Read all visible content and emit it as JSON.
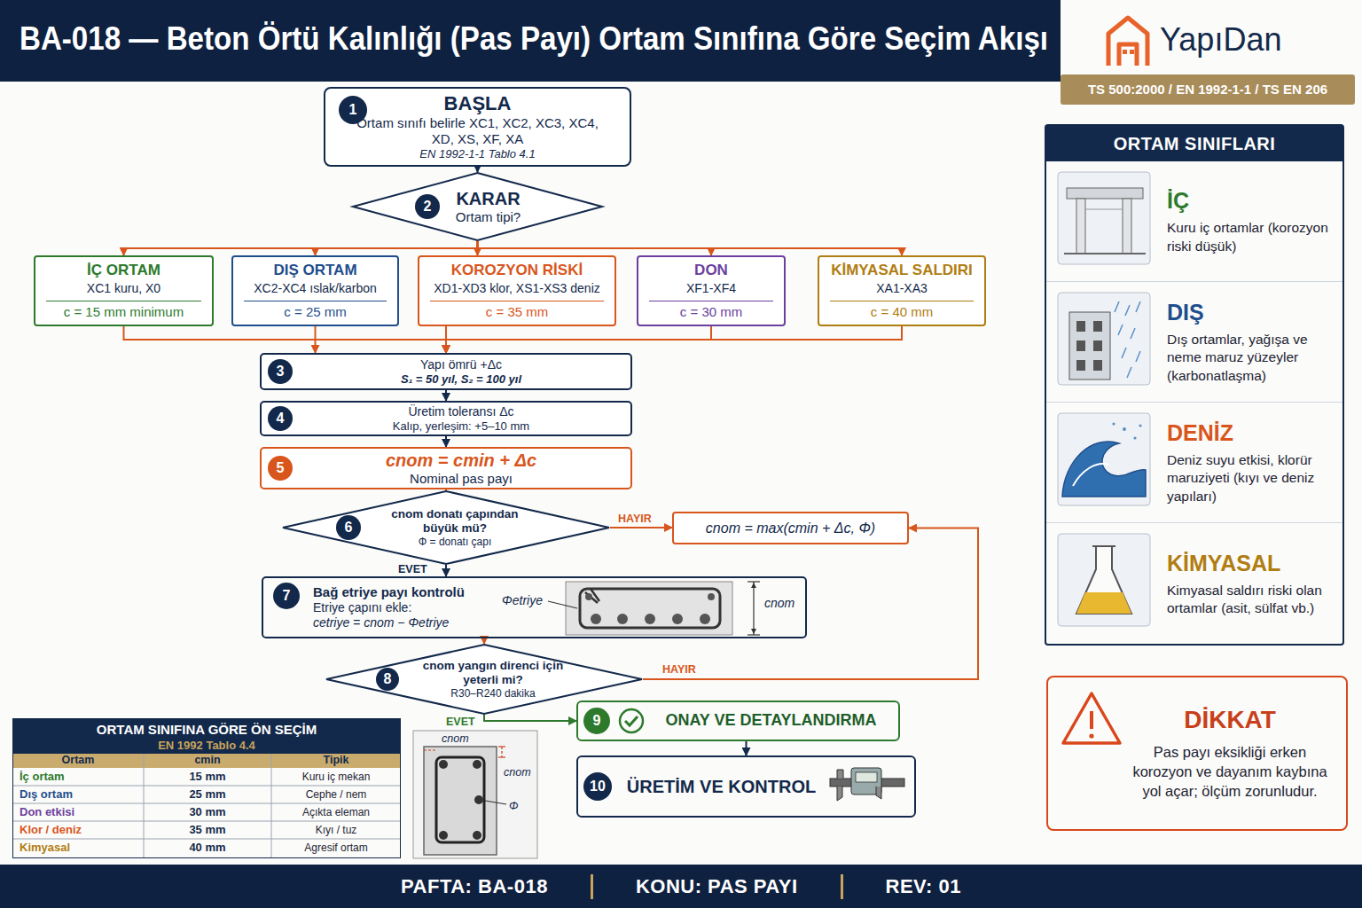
{
  "diagram": {
    "title": "BA-018 — Beton Örtü Kalınlığı (Pas Payı) Ortam Sınıfına Göre Seçim Akışı",
    "nodes": [
      {
        "text": [
          "BAŞLA",
          "Ortam sınıfı belirle XC1, XC2, XC3, XC4, XD, XS, XF, XA",
          "EN 1992-1-1 Tablo 4.1"
        ]
      },
      {
        "text": [
          "1"
        ],
        "in": 0
      },
      {
        "text": [
          "KARAR",
          "Ortam tipi?"
        ]
      },
      {
        "text": [
          "2"
        ],
        "in": 2
      },
      {
        "text": [
          "İÇ ORTAM",
          "XC1 kuru, X0",
          "c = 15 mm minimum"
        ]
      },
      {
        "text": [
          "DIŞ ORTAM",
          "XC2-XC4 ıslak/karbon",
          "c = 25 mm"
        ]
      },
      {
        "text": [
          "KOROZYON RİSKİ",
          "XD1-XD3 klor, XS1-XS3 deniz",
          "c = 35 mm"
        ]
      },
      {
        "text": [
          "DON",
          "XF1-XF4",
          "c = 30 mm"
        ]
      },
      {
        "text": [
          "KİMYASAL SALDIRI",
          "XA1-XA3",
          "c = 40 mm"
        ]
      },
      {
        "text": [
          "Yapı ömrü +Δc",
          "S₁ = 50 yıl, S₂ = 100 yıl"
        ]
      },
      {
        "text": [
          "3"
        ],
        "in": 9
      },
      {
        "text": [
          "Üretim toleransı Δc",
          "Kalıp, yerleşim: +5–10 mm"
        ]
      },
      {
        "text": [
          "4"
        ],
        "in": 11
      },
      {
        "text": [
          "cnom = cmin + Δc",
          "Nominal pas payı"
        ]
      },
      {
        "text": [
          "5"
        ],
        "in": 13
      },
      {
        "text": [
          "cnom donatı çapından büyük mü?",
          "Φ = donatı çapı"
        ]
      },
      {
        "text": [
          "6"
        ],
        "in": 15
      },
      {
        "text": [
          "cnom = max(cmin + Δc, Φ)"
        ]
      },
      {
        "text": [
          "Bağ etriye payı kontrolü",
          "Etriye çapını ekle:",
          "cetriye = cnom − Φetriye"
        ]
      },
      {
        "text": [
          "7"
        ],
        "in": 18
      },
      {
        "text": [
          "cnom yangın direnci için yeterli mi?",
          "R30–R240 dakika"
        ]
      },
      {
        "text": [
          "8"
        ],
        "in": 20
      },
      {
        "text": [
          "ONAY VE DETAYLANDIRMA"
        ]
      },
      {
        "text": [
          "9"
        ],
        "in": 22
      },
      {
        "text": [
          "ÜRETİM VE KONTROL"
        ]
      },
      {
        "text": [
          "10"
        ],
        "in": 24
      },
      {
        "text": [
          "ORTAM SINIFLARI"
        ]
      },
      {
        "text": [
          "İÇ",
          "Kuru iç ortamlar (korozyon riski düşük)"
        ],
        "in": 26
      },
      {
        "text": [
          "DIŞ",
          "Dış ortamlar, yağışa ve neme maruz yüzeyler (karbonatlaşma)"
        ],
        "in": 26
      },
      {
        "text": [
          "DENİZ",
          "Deniz suyu etkisi, klorür maruziyeti (kıyı ve deniz yapıları)"
        ],
        "in": 26
      },
      {
        "text": [
          "KİMYASAL",
          "Kimyasal saldırı riski olan ortamlar (asit, sülfat vb.)"
        ],
        "in": 26
      },
      {
        "text": [
          "DİKKAT",
          "Pas payı eksikliği erken korozyon ve dayanım kaybına yol açar; ölçüm zorunludur."
        ]
      },
      {
        "text": [
          "ORTAM SINIFINA GÖRE ÖN SEÇİM",
          "EN 1992 Tablo 4.4"
        ]
      },
      {
        "text": [
          "TS 500:2000 / EN 1992-1-1 / TS EN 206"
        ]
      },
      {
        "text": [
          "PAFTA: BA-018",
          "KONU: PAS PAYI",
          "REV: 01"
        ]
      }
    ],
    "edges": [
      {
        "from": 0,
        "to": 2,
        "arrow": "to"
      },
      {
        "from": 2,
        "to": 4,
        "arrow": "to"
      },
      {
        "from": 2,
        "to": 5,
        "arrow": "to"
      },
      {
        "from": 2,
        "to": 6,
        "arrow": "to"
      },
      {
        "from": 2,
        "to": 7,
        "arrow": "to"
      },
      {
        "from": 2,
        "to": 8,
        "arrow": "to"
      },
      {
        "from": 4,
        "to": 9,
        "arrow": "to"
      },
      {
        "from": 5,
        "to": 9,
        "arrow": "to"
      },
      {
        "from": 6,
        "to": 9,
        "arrow": "to"
      },
      {
        "from": 7,
        "to": 9,
        "arrow": "to"
      },
      {
        "from": 8,
        "to": 9,
        "arrow": "to"
      },
      {
        "from": 9,
        "to": 11,
        "arrow": "to"
      },
      {
        "from": 11,
        "to": 13,
        "arrow": "to"
      },
      {
        "from": 13,
        "to": 15,
        "arrow": "to"
      },
      {
        "from": 15,
        "to": 17,
        "label": "HAYIR",
        "arrow": "to"
      },
      {
        "from": 15,
        "to": 18,
        "label": "EVET",
        "arrow": "to"
      },
      {
        "from": 18,
        "to": 20,
        "arrow": "to"
      },
      {
        "from": 20,
        "to": 22,
        "label": "EVET",
        "arrow": "to"
      },
      {
        "from": 22,
        "to": 24,
        "arrow": "to"
      },
      {
        "from": 20,
        "to": 17,
        "label": "HAYIR",
        "arrow": "to"
      }
    ],
    "labels": [
      "YapıDan",
      "Φetriye",
      "cnom",
      "cnom",
      "cnom",
      "Φ",
      "Ortam",
      "cmin",
      "Tipik",
      "İç ortam",
      "15 mm",
      "Kuru iç mekan",
      "Dış ortam",
      "25 mm",
      "Cephe / nem",
      "Don etkisi",
      "30 mm",
      "Açıkta eleman",
      "Klor / deniz",
      "35 mm",
      "Kıyı / tuz",
      "Kimyasal",
      "40 mm",
      "Agresif ortam"
    ]
  }
}
